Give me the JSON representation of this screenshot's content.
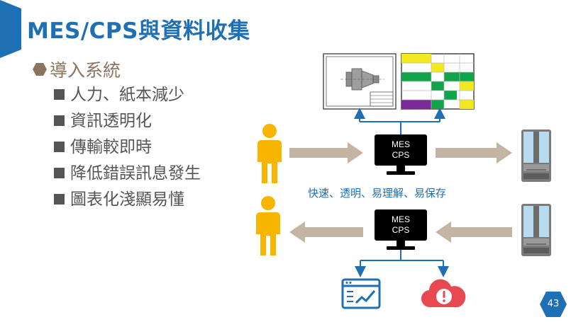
{
  "slide": {
    "title": "MES/CPS與資料收集",
    "section_heading": "導入系統",
    "bullets": [
      "人力、紙本減少",
      "資訊透明化",
      "傳輸較即時",
      "降低錯誤訊息發生",
      "圖表化淺顯易懂"
    ],
    "page_number": "43"
  },
  "diagram": {
    "caption": "快速、透明、易理解、易保存",
    "monitor_top": {
      "line1": "MES",
      "line2": "CPS"
    },
    "monitor_bottom": {
      "line1": "MES",
      "line2": "CPS"
    }
  },
  "icons": {
    "person": "person-icon",
    "machine": "machine-icon",
    "cad": "cad-drawing-icon",
    "schedule": "schedule-chart-icon",
    "dashboard": "dashboard-chart-icon",
    "alert": "cloud-alert-icon"
  },
  "colors": {
    "title": "#1f6fb5",
    "accent_blue": "#1f6fb5",
    "arrow": "#c4b4a4",
    "person": "#f7b500",
    "heading": "#8a7460",
    "bullet_text": "#555555",
    "alert": "#e8484f"
  }
}
